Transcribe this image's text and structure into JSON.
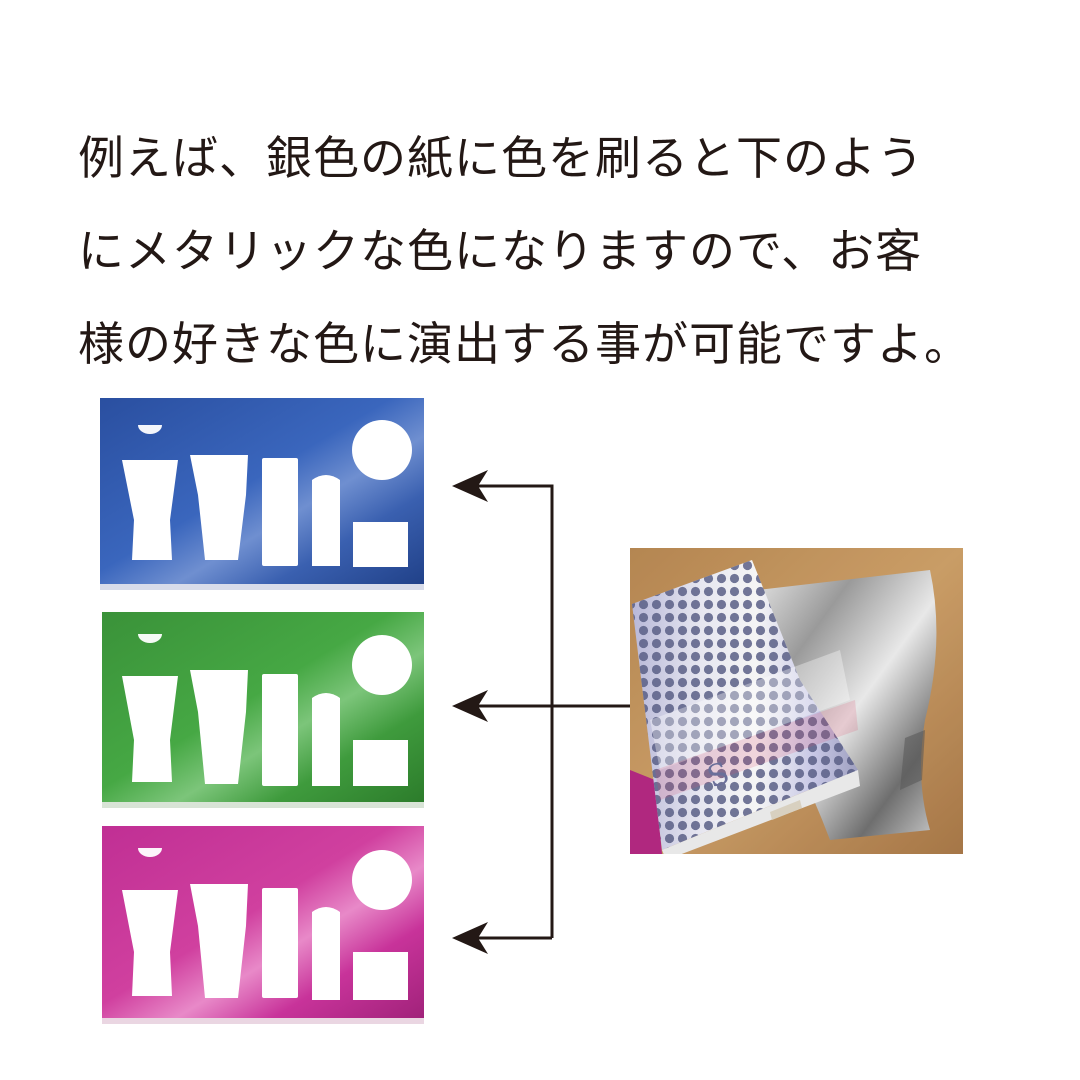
{
  "caption": {
    "lines": [
      "例えば、銀色の紙に色を刷ると下のよう",
      "にメタリックな色になりますので、お客",
      "様の好きな色に演出する事が可能ですよ。"
    ]
  },
  "trays": [
    {
      "name": "blue-tray",
      "color": "#2f57a8",
      "shade": "#1f3f86",
      "highlight": "#6f8fd0"
    },
    {
      "name": "green-tray",
      "color": "#3f9b3d",
      "shade": "#2b7a2a",
      "highlight": "#7cc57a"
    },
    {
      "name": "magenta-tray",
      "color": "#c8339a",
      "shade": "#9e2178",
      "highlight": "#e889c8"
    }
  ],
  "photo": {
    "subject": "silver-metallic-paper-sample-book",
    "book_label": "S"
  },
  "colors": {
    "text": "#231815",
    "arrow": "#231815",
    "table_wood": "#c79a63"
  }
}
